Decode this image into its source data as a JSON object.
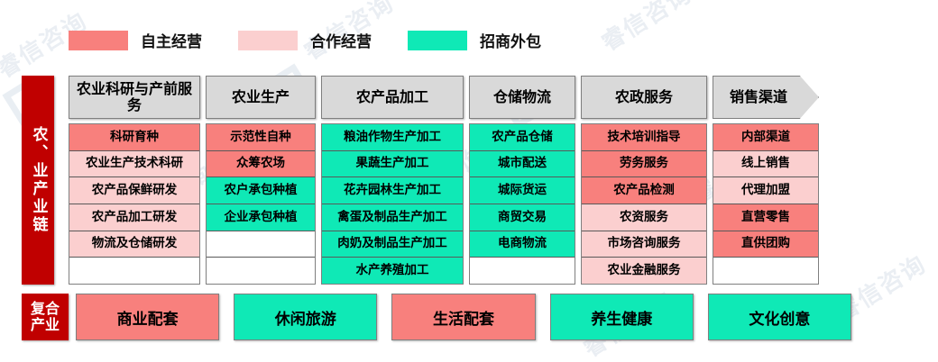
{
  "colors": {
    "self_operated": "#f8807d",
    "cooperative": "#fbcfcf",
    "outsourced": "#0fe9b6",
    "label_red": "#c00000",
    "header_gray": "#d9d9d9"
  },
  "watermark": {
    "text": "睿信咨询"
  },
  "legend": {
    "items": [
      {
        "label": "自主经营",
        "key": "self_operated",
        "swatch_icon": "legend-swatch-red"
      },
      {
        "label": "合作经营",
        "key": "cooperative",
        "swatch_icon": "legend-swatch-pink"
      },
      {
        "label": "招商外包",
        "key": "outsourced",
        "swatch_icon": "legend-swatch-green"
      }
    ]
  },
  "chain": {
    "side_label": "农、业产业链",
    "columns": [
      {
        "header": "农业科研与产前服务",
        "arrow": false,
        "cells": [
          {
            "text": "科研育种",
            "type": "self_operated"
          },
          {
            "text": "农业生产技术科研",
            "type": "cooperative"
          },
          {
            "text": "农产品保鲜研发",
            "type": "cooperative"
          },
          {
            "text": "农产品加工研发",
            "type": "cooperative"
          },
          {
            "text": "物流及仓储研发",
            "type": "cooperative"
          },
          {
            "text": "",
            "type": "empty"
          }
        ]
      },
      {
        "header": "农业生产",
        "arrow": false,
        "cells": [
          {
            "text": "示范性自种",
            "type": "self_operated"
          },
          {
            "text": "众筹农场",
            "type": "self_operated"
          },
          {
            "text": "农户承包种植",
            "type": "outsourced"
          },
          {
            "text": "企业承包种植",
            "type": "outsourced"
          },
          {
            "text": "",
            "type": "empty"
          },
          {
            "text": "",
            "type": "empty"
          }
        ]
      },
      {
        "header": "农产品加工",
        "arrow": false,
        "cells": [
          {
            "text": "粮油作物生产加工",
            "type": "outsourced"
          },
          {
            "text": "果蔬生产加工",
            "type": "outsourced"
          },
          {
            "text": "花卉园林生产加工",
            "type": "outsourced"
          },
          {
            "text": "禽蛋及制品生产加工",
            "type": "outsourced"
          },
          {
            "text": "肉奶及制品生产加工",
            "type": "outsourced"
          },
          {
            "text": "水产养殖加工",
            "type": "outsourced"
          }
        ]
      },
      {
        "header": "仓储物流",
        "arrow": false,
        "cells": [
          {
            "text": "农产品仓储",
            "type": "outsourced"
          },
          {
            "text": "城市配送",
            "type": "outsourced"
          },
          {
            "text": "城际货运",
            "type": "outsourced"
          },
          {
            "text": "商贸交易",
            "type": "outsourced"
          },
          {
            "text": "电商物流",
            "type": "outsourced"
          },
          {
            "text": "",
            "type": "empty"
          }
        ]
      },
      {
        "header": "农政服务",
        "arrow": false,
        "cells": [
          {
            "text": "技术培训指导",
            "type": "self_operated"
          },
          {
            "text": "劳务服务",
            "type": "self_operated"
          },
          {
            "text": "农产品检测",
            "type": "self_operated"
          },
          {
            "text": "农资服务",
            "type": "cooperative"
          },
          {
            "text": "市场咨询服务",
            "type": "cooperative"
          },
          {
            "text": "农业金融服务",
            "type": "cooperative"
          }
        ]
      },
      {
        "header": "销售渠道",
        "arrow": true,
        "cells": [
          {
            "text": "内部渠道",
            "type": "self_operated"
          },
          {
            "text": "线上销售",
            "type": "cooperative"
          },
          {
            "text": "代理加盟",
            "type": "cooperative"
          },
          {
            "text": "直营零售",
            "type": "self_operated"
          },
          {
            "text": "直供团购",
            "type": "self_operated"
          },
          {
            "text": "",
            "type": "empty"
          }
        ]
      }
    ]
  },
  "composite": {
    "label_line1": "复合",
    "label_line2": "产业",
    "items": [
      {
        "text": "商业配套",
        "type": "self_operated"
      },
      {
        "text": "休闲旅游",
        "type": "outsourced"
      },
      {
        "text": "生活配套",
        "type": "self_operated"
      },
      {
        "text": "养生健康",
        "type": "outsourced"
      },
      {
        "text": "文化创意",
        "type": "outsourced"
      }
    ]
  }
}
